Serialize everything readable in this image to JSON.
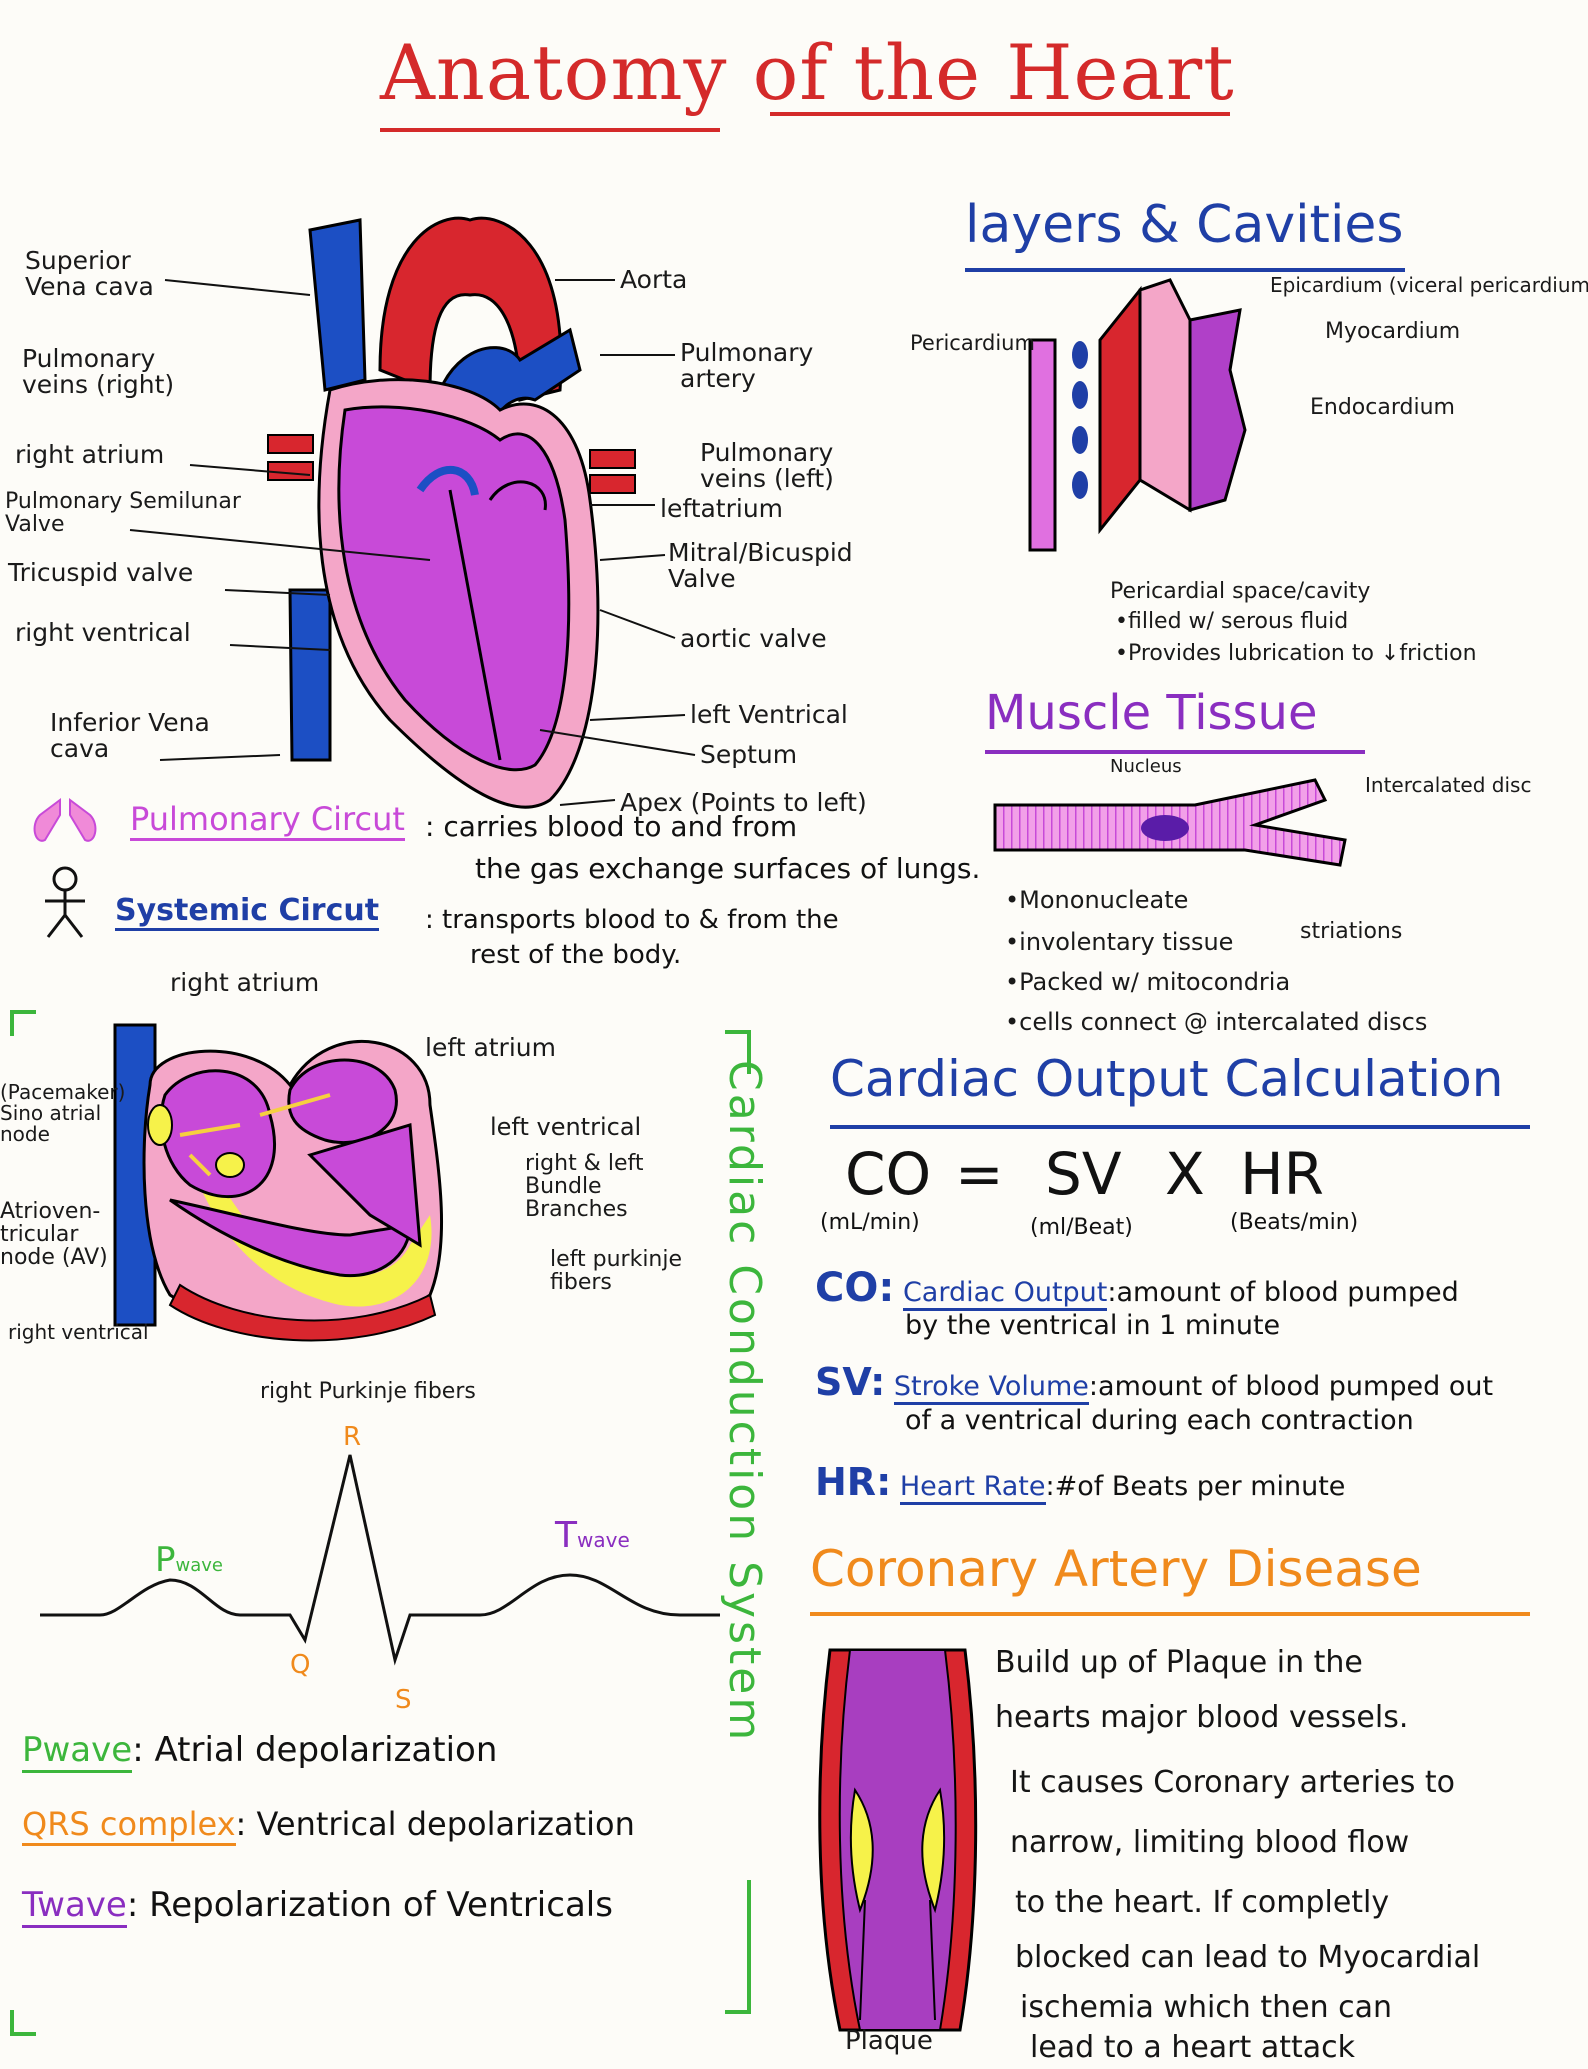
{
  "title": "Anatomy of the Heart",
  "colors": {
    "title": "#d42a2a",
    "blue": "#1f3fa6",
    "purple": "#8a2ec0",
    "magenta": "#c84ad8",
    "pink": "#f4a6c8",
    "green": "#3cb63c",
    "orange": "#f08a1c",
    "yellow": "#f6f24a",
    "red": "#d8262e",
    "vein_blue": "#1c4fc4"
  },
  "heart": {
    "superior_vena_cava": "Superior\nVena cava",
    "aorta": "Aorta",
    "pulmonary_artery": "Pulmonary\nartery",
    "pulmonary_veins_right": "Pulmonary\nveins (right)",
    "pulmonary_veins_left": "Pulmonary\nveins (left)",
    "right_atrium": "right atrium",
    "left_atrium": "leftatrium",
    "pulmonary_semilunar_valve": "Pulmonary Semilunar\nValve",
    "mitral_valve": "Mitral/Bicuspid\nValve",
    "tricuspid_valve": "Tricuspid valve",
    "aortic_valve": "aortic valve",
    "right_ventrical": "right ventrical",
    "left_ventrical": "left Ventrical",
    "inferior_vena_cava": "Inferior Vena\ncava",
    "septum": "Septum",
    "apex": "Apex (Points to left)"
  },
  "circuits": {
    "pulmonary_label": "Pulmonary Circut",
    "pulmonary_text": ": carries blood to and from",
    "pulmonary_text2": "the gas exchange surfaces of lungs.",
    "systemic_label": "Systemic Circut",
    "systemic_text": ": transports blood to & from the",
    "systemic_text2": "rest of the body."
  },
  "layers": {
    "heading": "layers & Cavities",
    "epicardium": "Epicardium (viceral pericardium)",
    "pericardium": "Pericardium",
    "myocardium": "Myocardium",
    "endocardium": "Endocardium",
    "space": "Pericardial space/cavity",
    "bullet1": "•filled w/ serous fluid",
    "bullet2": "•Provides lubrication to ↓friction"
  },
  "muscle": {
    "heading": "Muscle Tissue",
    "nucleus": "Nucleus",
    "intercalated": "Intercalated disc",
    "striations": "striations",
    "facts": [
      "•Mononucleate",
      "•involentary tissue",
      "•Packed w/ mitocondria",
      "•cells connect @ intercalated discs"
    ]
  },
  "conduction": {
    "side_title": "Cardiac Conduction System",
    "right_atrium": "right atrium",
    "left_atrium": "left atrium",
    "pacemaker": "(Pacemaker)\nSino atrial\nnode",
    "left_ventrical": "left ventrical",
    "bundle": "right & left\nBundle\nBranches",
    "av_node": "Atrioven-\ntricular\nnode (AV)",
    "left_purkinje": "left purkinje\nfibers",
    "right_ventrical": "right ventrical",
    "right_purkinje": "right Purkinje fibers"
  },
  "ecg": {
    "p": "P wave",
    "p_main": "P",
    "p_small": "wave",
    "r": "R",
    "q": "Q",
    "s": "S",
    "t_main": "T",
    "t_small": "wave",
    "defs": [
      {
        "term": "Pwave",
        "sep": ":",
        "def": "Atrial depolarization",
        "color": "#3cb63c"
      },
      {
        "term": "QRS complex",
        "sep": ":",
        "def": "Ventrical depolarization",
        "color": "#f08a1c"
      },
      {
        "term": "Twave",
        "sep": ":",
        "def": "Repolarization of Ventricals",
        "color": "#8a2ec0"
      }
    ]
  },
  "cardiac_output": {
    "heading": "Cardiac Output Calculation",
    "formula_co": "CO",
    "formula_eq": "=",
    "formula_sv": "SV",
    "formula_x": "X",
    "formula_hr": "HR",
    "unit_co": "(mL/min)",
    "unit_sv": "(ml/Beat)",
    "unit_hr": "(Beats/min)",
    "defs": [
      {
        "abbr": "CO:",
        "term": "Cardiac Output",
        "sep": ":",
        "line1": "amount of blood pumped",
        "line2": "by the ventrical in 1 minute"
      },
      {
        "abbr": "SV:",
        "term": "Stroke Volume",
        "sep": ":",
        "line1": "amount of blood pumped out",
        "line2": "of a ventrical during each contraction"
      },
      {
        "abbr": "HR:",
        "term": "Heart Rate",
        "sep": ":",
        "line1": "#of Beats per minute",
        "line2": ""
      }
    ]
  },
  "cad": {
    "heading": "Coronary Artery Disease",
    "plaque": "Plaque",
    "lines": [
      "Build up of Plaque in the",
      "hearts major blood vessels.",
      "It causes Coronary arteries to",
      "narrow, limiting blood flow",
      "to the heart. If completly",
      "blocked can lead to Myocardial",
      "ischemia which then can",
      "lead to a heart attack"
    ]
  }
}
